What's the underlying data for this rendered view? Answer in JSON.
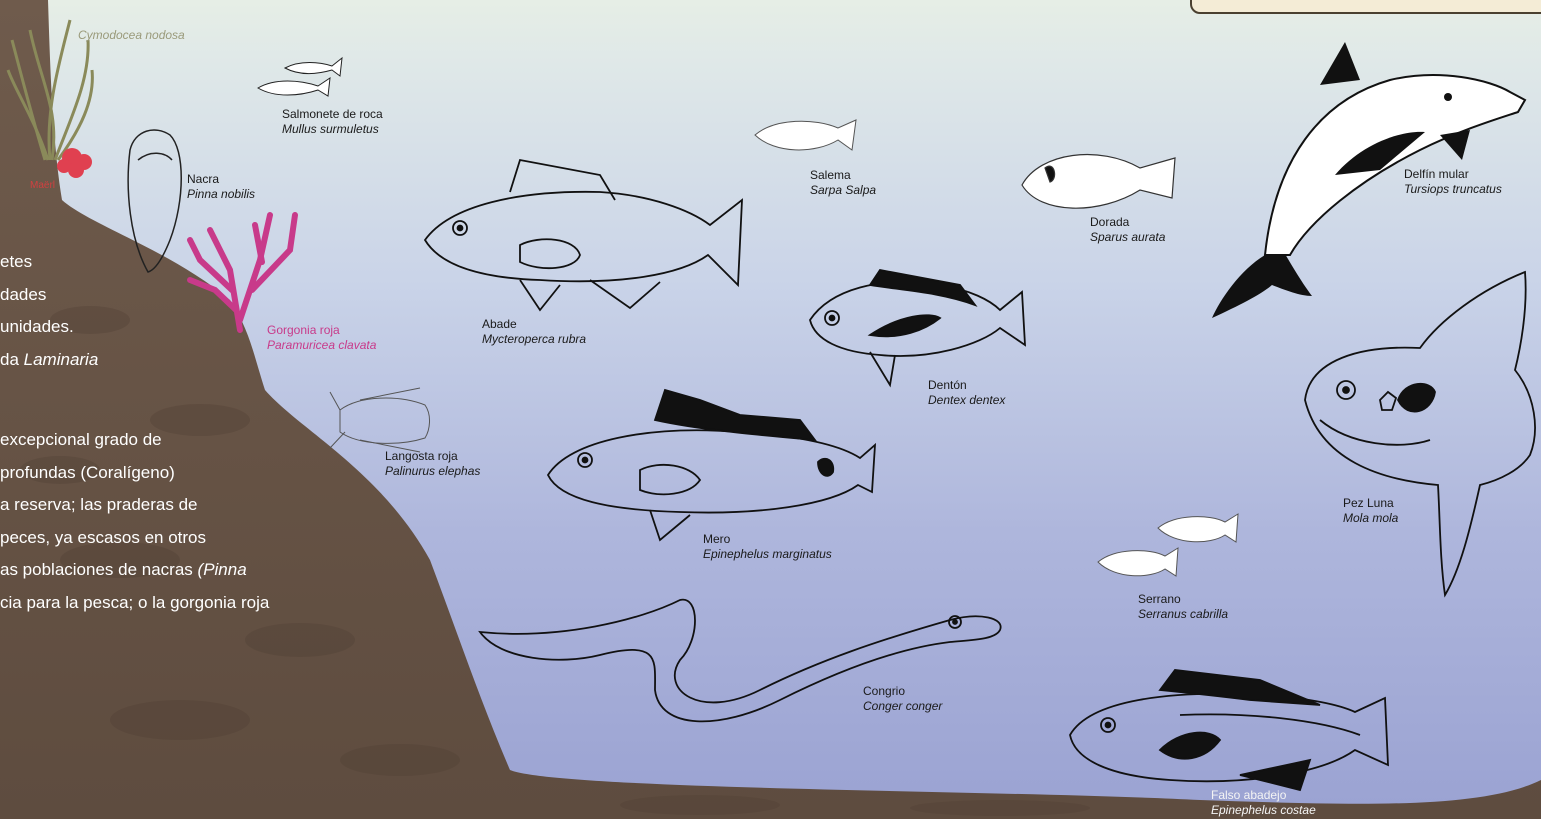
{
  "plants": {
    "cymodocea": "Cymodocea nodosa",
    "maerl": "Maërl",
    "gorgonia_common": "Gorgonia roja",
    "gorgonia_sci": "Paramuricea clavata"
  },
  "species": [
    {
      "id": "salmonete",
      "common": "Salmonete de roca",
      "scientific": "Mullus surmuletus"
    },
    {
      "id": "nacra",
      "common": "Nacra",
      "scientific": "Pinna nobilis"
    },
    {
      "id": "abade",
      "common": "Abade",
      "scientific": "Mycteroperca rubra"
    },
    {
      "id": "salema",
      "common": "Salema",
      "scientific": "Sarpa Salpa"
    },
    {
      "id": "dorada",
      "common": "Dorada",
      "scientific": "Sparus aurata"
    },
    {
      "id": "delfin",
      "common": "Delfín mular",
      "scientific": "Tursiops truncatus"
    },
    {
      "id": "denton",
      "common": "Dentón",
      "scientific": "Dentex dentex"
    },
    {
      "id": "langosta",
      "common": "Langosta roja",
      "scientific": "Palinurus elephas"
    },
    {
      "id": "mero",
      "common": "Mero",
      "scientific": "Epinephelus marginatus"
    },
    {
      "id": "pezluna",
      "common": "Pez Luna",
      "scientific": "Mola mola"
    },
    {
      "id": "serrano",
      "common": "Serrano",
      "scientific": "Serranus cabrilla"
    },
    {
      "id": "congrio",
      "common": "Congrio",
      "scientific": "Conger conger"
    },
    {
      "id": "falso",
      "common": "Falso abadejo",
      "scientific": "Epinephelus costae"
    }
  ],
  "text_block": {
    "l1": "etes",
    "l2": "dades",
    "l3": "unidades.",
    "l4_a": "da ",
    "l4_b": "Laminaria",
    "l5": "excepcional grado de",
    "l6": "profundas (Coralígeno)",
    "l7": "a reserva; las praderas de",
    "l8": "peces, ya escasos en otros",
    "l9_a": "as poblaciones de nacras ",
    "l9_b": "(Pinna",
    "l10": "cia para la pesca; o la gorgonia roja"
  },
  "colors": {
    "rock": "#6b5748",
    "gorgonia": "#c83a8a",
    "seagrass": "#8a8a5a",
    "maerl": "#e04050"
  }
}
